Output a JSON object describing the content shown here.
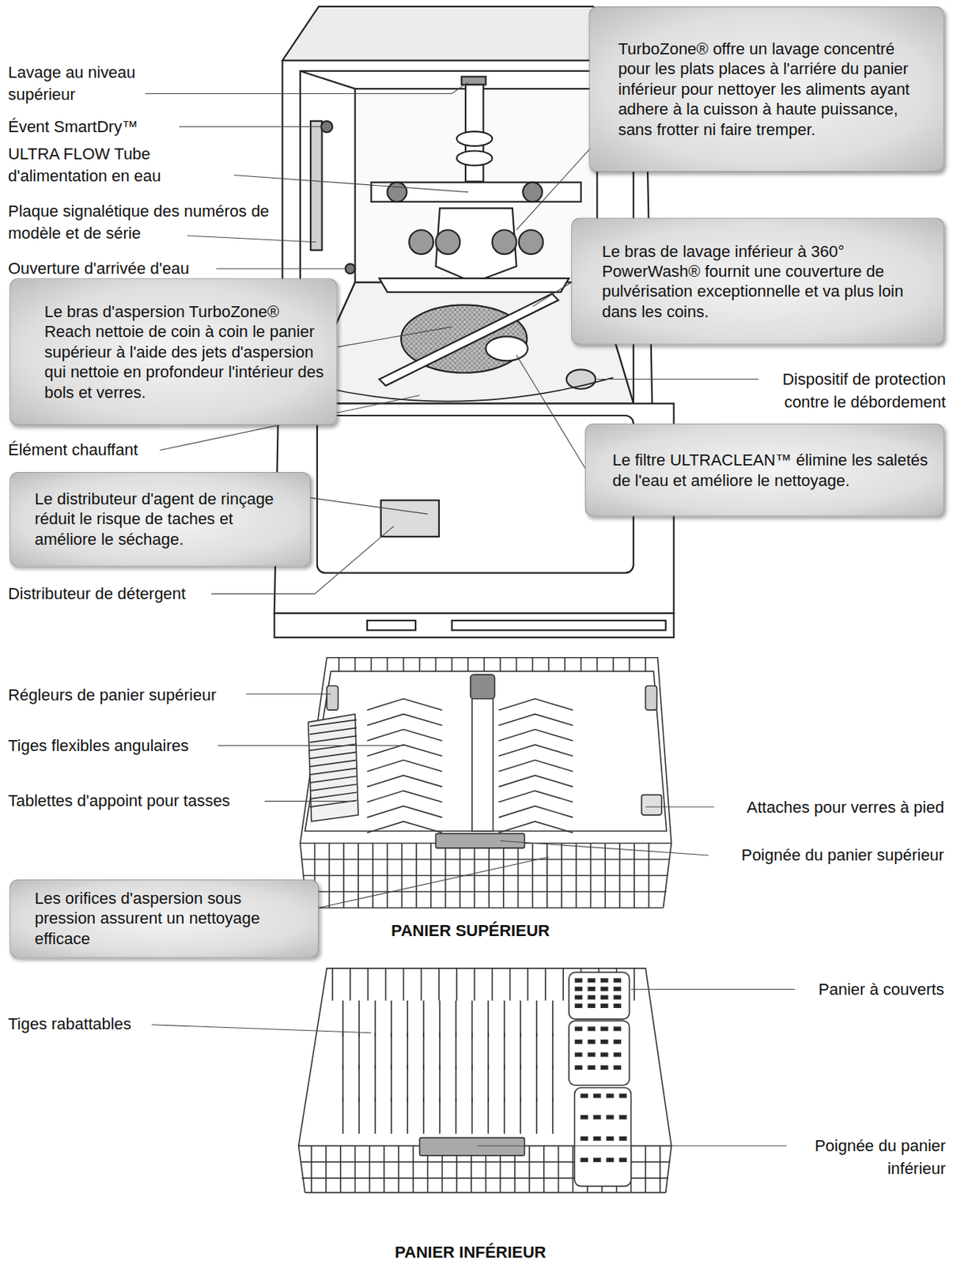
{
  "diagram": {
    "nodes": [
      {
        "text": [
          "TurboZone® offre un lavage concentré pour les plats places à l'arriére du panier inférieur pour nettoyer les aliments ayant adhere à la cuisson à haute puissance, sans frotter ni faire tremper."
        ]
      },
      {
        "text": [
          "Le bras de lavage inférieur à 360° PowerWash® fournit une couverture de pulvérisation exceptionnelle et va plus loin dans les coins."
        ]
      },
      {
        "text": [
          "Le bras d'aspersion TurboZone® Reach nettoie de coin à coin le panier supérieur à l'aide des jets d'aspersion qui nettoie en profondeur l'intérieur des bols et verres."
        ]
      },
      {
        "text": [
          "Le filtre ULTRACLEAN™ élimine les saletés de l'eau et améliore le nettoyage."
        ]
      },
      {
        "text": [
          "Le distributeur d'agent de rinçage réduit le risque de taches et améliore le séchage."
        ]
      },
      {
        "text": [
          "Les orifices d'aspersion sous pression assurent un nettoyage efficace"
        ]
      }
    ],
    "labels": [
      "Lavage au niveau supérieur",
      "Évent SmartDry™",
      "ULTRA FLOW Tube d'alimentation en eau",
      "Plaque signalétique des numéros de modèle et de série",
      "Ouverture d'arrivée d'eau",
      "Dispositif de protection contre le débordement",
      "Élément chauffant",
      "Distributeur de détergent",
      "Régleurs de panier supérieur",
      "Tiges flexibles angulaires",
      "Tablettes d'appoint pour tasses",
      "Attaches pour verres à pied",
      "Poignée du panier supérieur",
      "PANIER SUPÉRIEUR",
      "Panier à couverts",
      "Tiges rabattables",
      "Poignée du panier inférieur",
      "PANIER INFÉRIEUR"
    ]
  }
}
